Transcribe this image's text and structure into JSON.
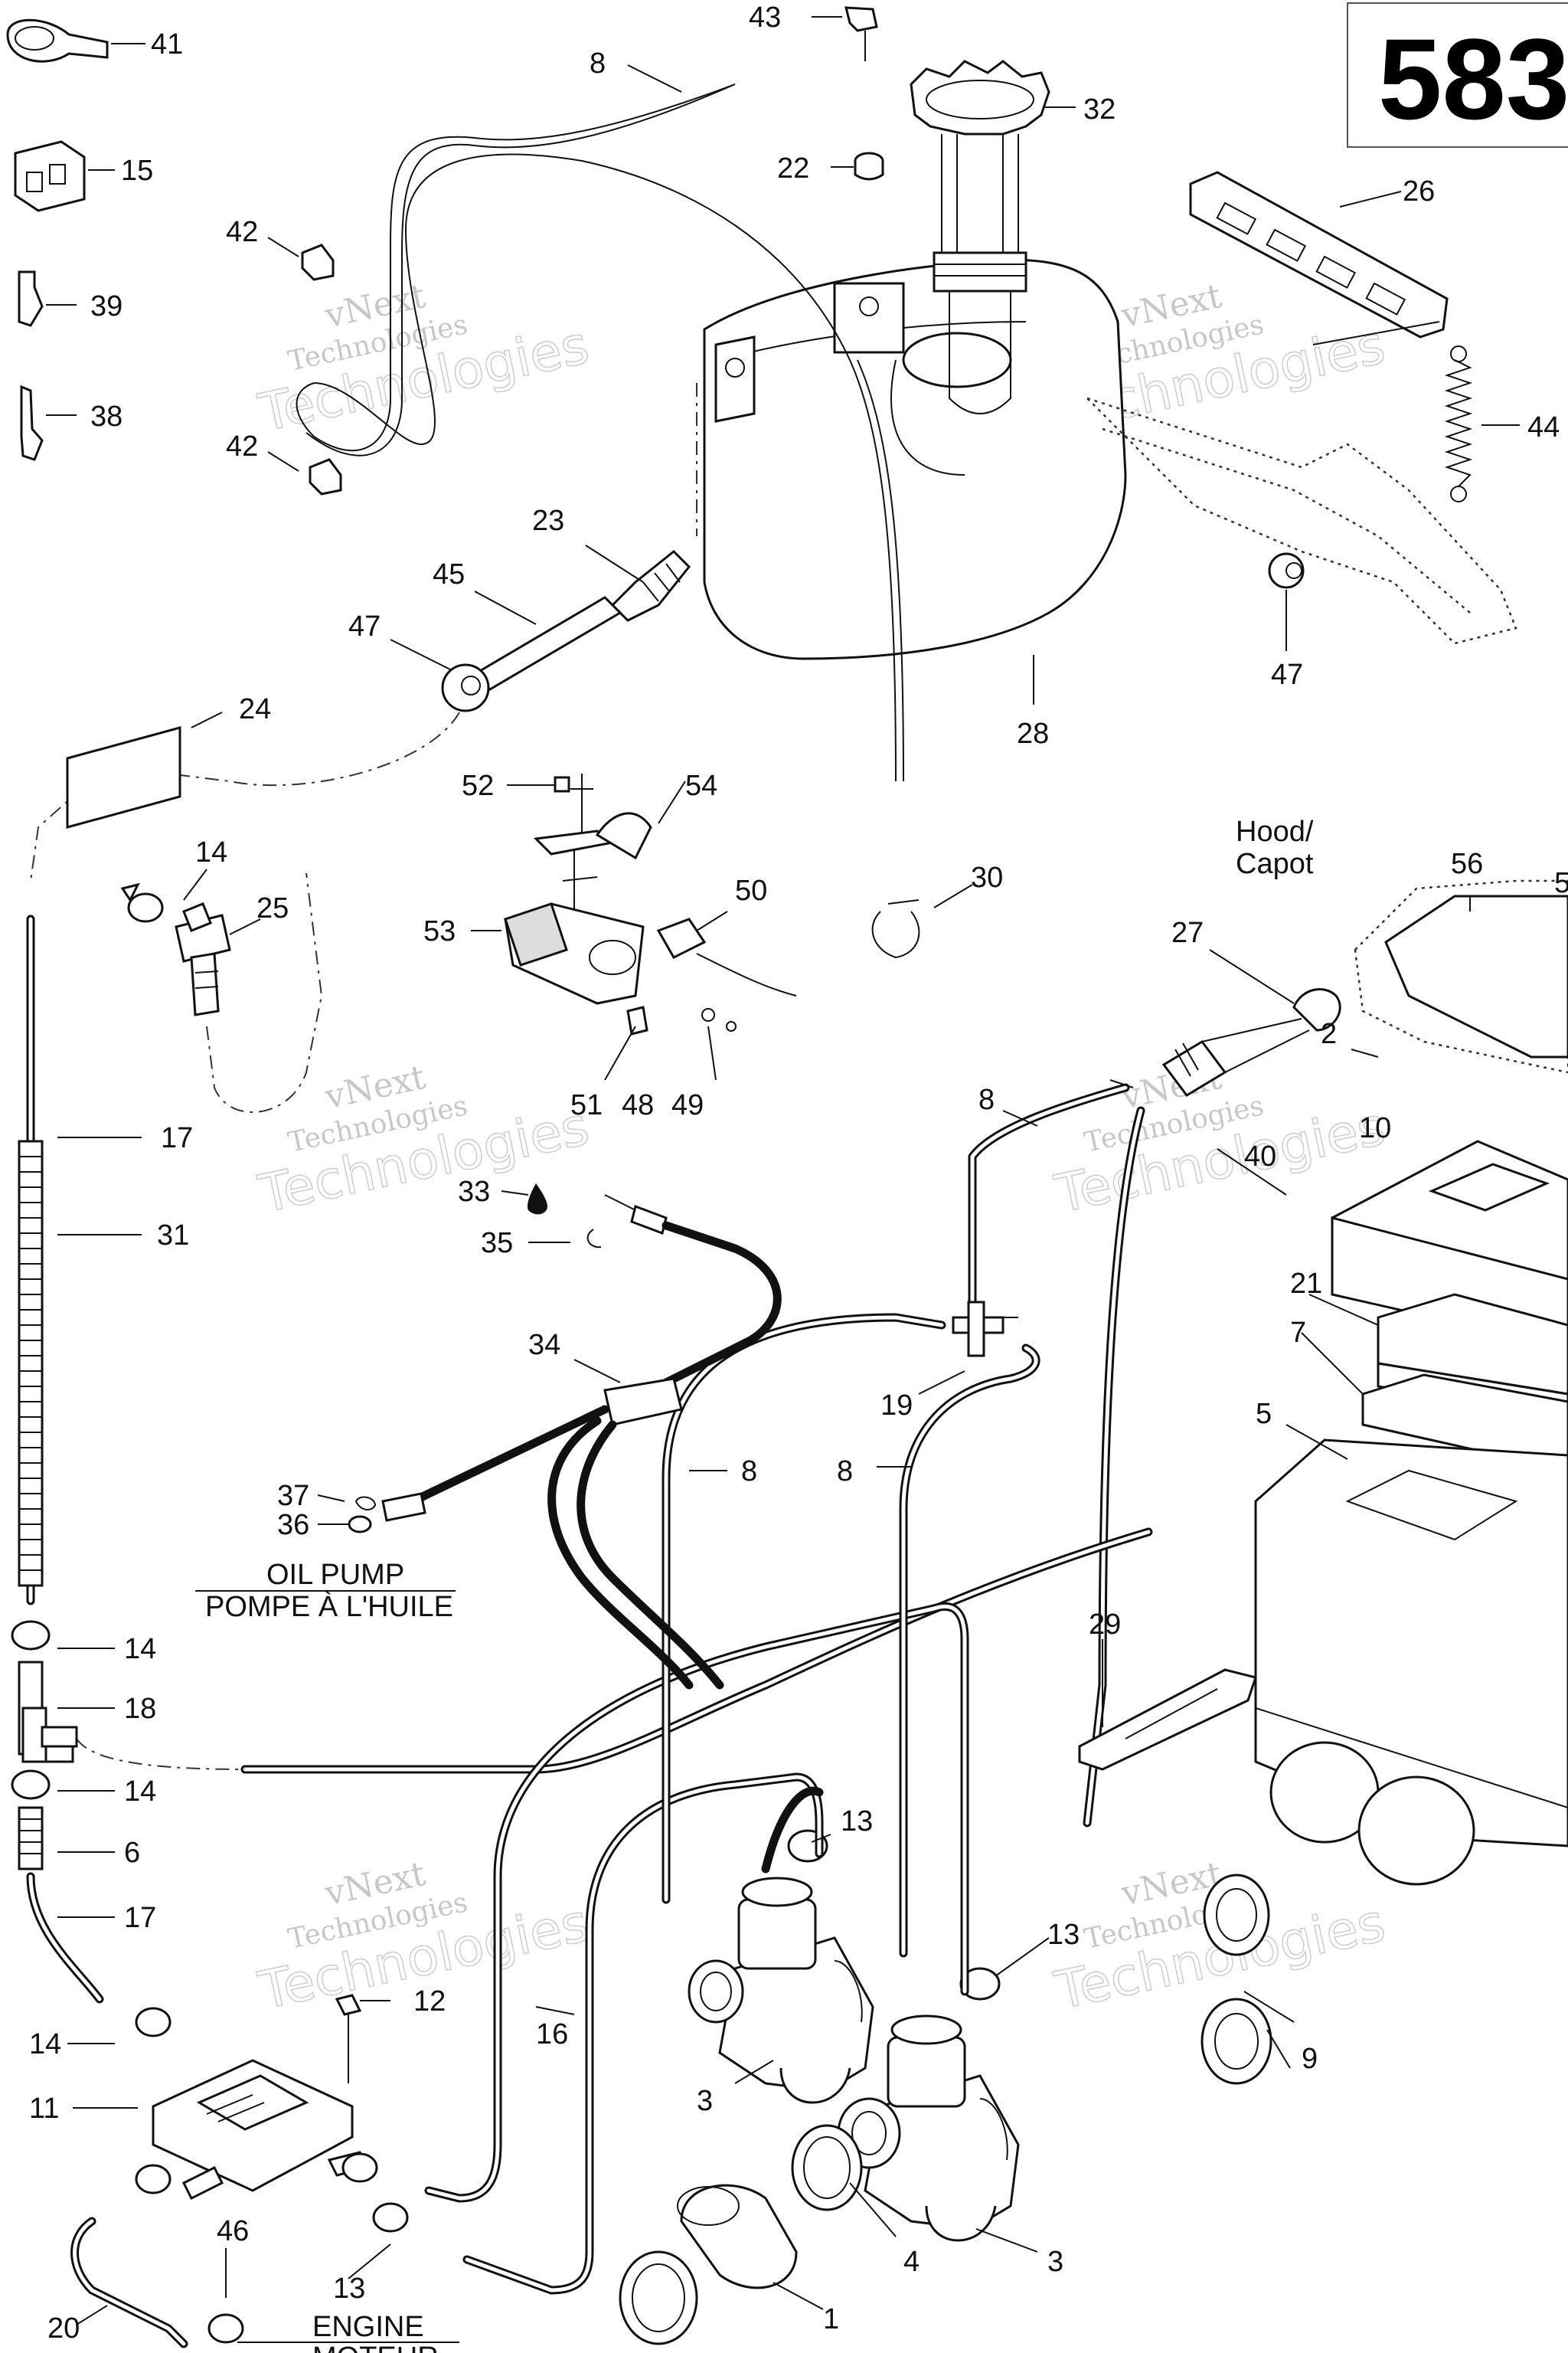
{
  "page_number": "583",
  "watermark": {
    "line1": "vNext",
    "line2": "Technologies"
  },
  "notes": {
    "hood_en": "Hood/",
    "hood_fr": "Capot",
    "oil_pump_en": "OIL PUMP",
    "oil_pump_fr": "POMPE À L'HUILE",
    "engine_en": "ENGINE",
    "engine_fr": "MOTEUR"
  },
  "callouts": [
    {
      "id": "c41",
      "text": "41"
    },
    {
      "id": "c15",
      "text": "15"
    },
    {
      "id": "c39",
      "text": "39"
    },
    {
      "id": "c38",
      "text": "38"
    },
    {
      "id": "c42a",
      "text": "42"
    },
    {
      "id": "c42b",
      "text": "42"
    },
    {
      "id": "c8a",
      "text": "8"
    },
    {
      "id": "c43",
      "text": "43"
    },
    {
      "id": "c22",
      "text": "22"
    },
    {
      "id": "c32",
      "text": "32"
    },
    {
      "id": "c26",
      "text": "26"
    },
    {
      "id": "c44",
      "text": "44"
    },
    {
      "id": "c23",
      "text": "23"
    },
    {
      "id": "c45",
      "text": "45"
    },
    {
      "id": "c47a",
      "text": "47"
    },
    {
      "id": "c47b",
      "text": "47"
    },
    {
      "id": "c28",
      "text": "28"
    },
    {
      "id": "c24",
      "text": "24"
    },
    {
      "id": "c52",
      "text": "52"
    },
    {
      "id": "c54",
      "text": "54"
    },
    {
      "id": "c14a",
      "text": "14"
    },
    {
      "id": "c25",
      "text": "25"
    },
    {
      "id": "c30",
      "text": "30"
    },
    {
      "id": "c56",
      "text": "56"
    },
    {
      "id": "c5x",
      "text": "5"
    },
    {
      "id": "c53",
      "text": "53"
    },
    {
      "id": "c50",
      "text": "50"
    },
    {
      "id": "c27",
      "text": "27"
    },
    {
      "id": "c2",
      "text": "2"
    },
    {
      "id": "c51",
      "text": "51"
    },
    {
      "id": "c48",
      "text": "48"
    },
    {
      "id": "c49",
      "text": "49"
    },
    {
      "id": "c8b",
      "text": "8"
    },
    {
      "id": "c10",
      "text": "10"
    },
    {
      "id": "c17a",
      "text": "17"
    },
    {
      "id": "c40",
      "text": "40"
    },
    {
      "id": "c33",
      "text": "33"
    },
    {
      "id": "c31",
      "text": "31"
    },
    {
      "id": "c35",
      "text": "35"
    },
    {
      "id": "c21",
      "text": "21"
    },
    {
      "id": "c7",
      "text": "7"
    },
    {
      "id": "c34",
      "text": "34"
    },
    {
      "id": "c19",
      "text": "19"
    },
    {
      "id": "c5",
      "text": "5"
    },
    {
      "id": "c8c",
      "text": "8"
    },
    {
      "id": "c8d",
      "text": "8"
    },
    {
      "id": "c37",
      "text": "37"
    },
    {
      "id": "c36",
      "text": "36"
    },
    {
      "id": "c29",
      "text": "29"
    },
    {
      "id": "c14b",
      "text": "14"
    },
    {
      "id": "c18",
      "text": "18"
    },
    {
      "id": "c14c",
      "text": "14"
    },
    {
      "id": "c13a",
      "text": "13"
    },
    {
      "id": "c6",
      "text": "6"
    },
    {
      "id": "c17b",
      "text": "17"
    },
    {
      "id": "c13b",
      "text": "13"
    },
    {
      "id": "c12",
      "text": "12"
    },
    {
      "id": "c16",
      "text": "16"
    },
    {
      "id": "c14d",
      "text": "14"
    },
    {
      "id": "c9",
      "text": "9"
    },
    {
      "id": "c3a",
      "text": "3"
    },
    {
      "id": "c11",
      "text": "11"
    },
    {
      "id": "c4",
      "text": "4"
    },
    {
      "id": "c46",
      "text": "46"
    },
    {
      "id": "c3b",
      "text": "3"
    },
    {
      "id": "c13c",
      "text": "13"
    },
    {
      "id": "c1",
      "text": "1"
    },
    {
      "id": "c20",
      "text": "20"
    }
  ]
}
